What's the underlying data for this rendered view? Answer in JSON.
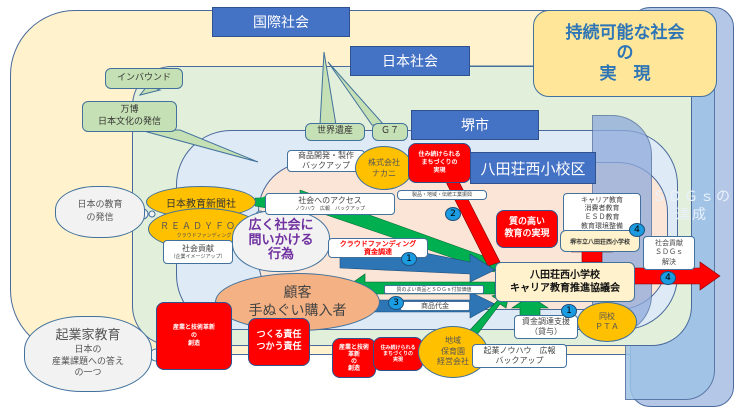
{
  "layers": {
    "international": "国際社会",
    "japan": "日本社会",
    "sakai": "堺市",
    "school_district": "八田荘西小校区"
  },
  "goal": {
    "line1": "持続可能な社会",
    "line2": "の",
    "line3": "実　現"
  },
  "sdgs_achievement": {
    "line1": "ＳＤＧｓの",
    "line2": "達成"
  },
  "callouts": {
    "inbound": "インバウンド",
    "expo_line1": "万博",
    "expo_line2": "日本文化の発信",
    "world_heritage": "世界遺産",
    "g7": "Ｇ７"
  },
  "clouds": {
    "japan_education_line1": "日本の教育",
    "japan_education_line2": "の発信",
    "entrepreneur_title": "起業家教育",
    "entrepreneur_line1": "日本の",
    "entrepreneur_line2": "産業課題への答え",
    "entrepreneur_line3": "の一つ",
    "society_line1": "広く社会に",
    "society_line2": "問いかける",
    "society_line3": "行為"
  },
  "organizations": {
    "newspaper": "日本教育新聞社",
    "readyfor_title": "ＲＥＡＤＹＦＯＲ",
    "readyfor_sub": "クラウドファンディング",
    "nakani_line1": "株式会社",
    "nakani_line2": "ナカニ",
    "nursery_line1": "地域",
    "nursery_line2": "保育園",
    "nursery_line3": "経営会社",
    "pta_line1": "同校",
    "pta_line2": "ＰＴＡ",
    "customer_line1": "顧客",
    "customer_line2": "手ぬぐい購入者"
  },
  "council": {
    "line1": "八田荘西小学校",
    "line2": "キャリア教育推進協議会"
  },
  "school": {
    "name": "堺市立八田荘西小学校",
    "items": [
      "キャリア教育",
      "消費者教育",
      "ＥＳＤ教育",
      "教育環境整備"
    ]
  },
  "notes": {
    "product_dev_line1": "商品開発・製作",
    "product_dev_line2": "バックアップ",
    "access_line1": "社会へのアクセス",
    "access_line2": "ノウハウ　広報　バックアップ",
    "social_contribution_line1": "社会貢献",
    "social_contribution_line2": "（企業イメージアップ）",
    "traditional_craft": "製品・地域・伝統工業振興",
    "crowdfunding_line1": "クラウドファンディング",
    "crowdfunding_line2": "資金調達",
    "quality_value": "質のよい商品とＳＤＧｓ付加価値",
    "product_payment": "商品代金",
    "funding_support_line1": "資金調達支援",
    "funding_support_line2": "（貸与）",
    "startup_knowhow_line1": "起業ノウハウ　広報",
    "startup_knowhow_line2": "バックアップ",
    "sdgs_contribution_line1": "社会貢献",
    "sdgs_contribution_line2": "ＳＤＧｓ",
    "sdgs_contribution_line3": "解決"
  },
  "red_goals": {
    "livable_town_line1": "住み続けられる",
    "livable_town_line2": "まちづくりの",
    "livable_town_line3": "実現",
    "quality_edu_line1": "質の高い",
    "quality_edu_line2": "教育の実現",
    "industry_line1": "産業と技術革新",
    "industry_line2": "の",
    "industry_line3": "創造",
    "responsibility_line1": "つくる責任",
    "responsibility_line2": "つかう責任",
    "industry2_line1": "産業と技術",
    "industry2_line2": "革新",
    "industry2_line3": "の",
    "industry2_line4": "創造",
    "livable2_line1": "住み続けられる",
    "livable2_line2": "まちづくりの",
    "livable2_line3": "実現"
  },
  "badges": {
    "b1_crowd": "1",
    "b2_nakani": "2",
    "b3_payment": "3",
    "b4_school": "4",
    "b4_sdgs": "4",
    "b1_pta": "1"
  },
  "colors": {
    "international_bg": "#fff2cc",
    "japan_bg": "#e2efda",
    "sakai_bg": "#deebf7",
    "district_bg": "#fbe5d6",
    "label_blue": "#4472c4",
    "goal_bg": "#ffe699",
    "goal_text": "#2e75b6",
    "red": "#ff0000",
    "orange": "#ffc000",
    "customer": "#f4b183",
    "arrow_green": "#00b050",
    "arrow_blue": "#2e75b6",
    "sdgs_panel": "#8faadc"
  }
}
